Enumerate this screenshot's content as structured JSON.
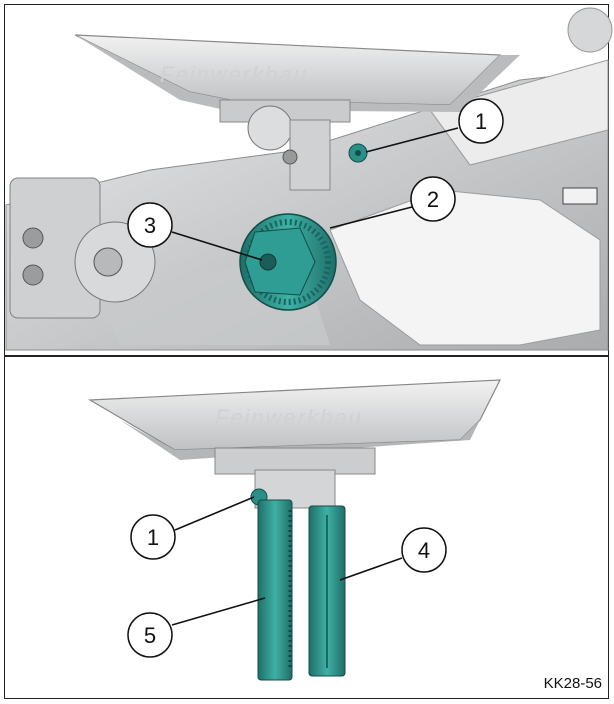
{
  "callouts": {
    "c1_top": "1",
    "c2": "2",
    "c3": "3",
    "c1_bottom": "1",
    "c4": "4",
    "c5": "5"
  },
  "brand_top": "Feinwerkbau",
  "brand_bottom": "Feinwerkbau",
  "figure_code": "KK28-56",
  "colors": {
    "part_teal": "#2a8f86",
    "body_grey": "#d9dadb",
    "line": "#222222"
  }
}
